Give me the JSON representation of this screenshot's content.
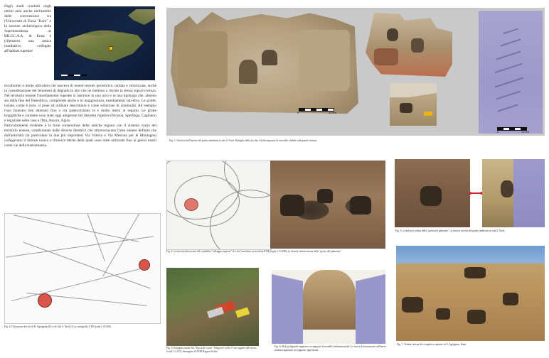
{
  "intro": {
    "text": "Dagli studi condotti negli ultimi anni anche nell'ambito delle convenzione tra l'Università di Enna \"Kore\" e la sezione archeologica della Soprintendenza ai BB.CC.A.A. di Enna è (ri)emerso una antica insediativo collegato all'habitat rupestre"
  },
  "body": {
    "paragraph1": "siculissimo e molto articolato che nasceva di essere tessuto preistorico, tardata e valorizzata, anche in considerazione dei fenomeni di degrado in atto che ne mettono a rischio la stessa sopravvivenza. Nel territorio ennese l'insediamento rupestre si inserisce in uno arco e in una tipologia che, almeno sin dalla fine del Paleolitico, comprende anche e in maggioranza, insediamenti sub-divo. Le grotte, isolate, come è noto, si pone ad ordinare descrittarie e come soluzione di continuità. Ad esempio l'uso funeraro ben attestato fino a chi paleocristiano le è molto meno in seguito. Le grotte troggatiche e contiene sono state oggi adoperate nel distretto rupestre (Nicosia, Sperlinga, Cagliano) e registrate nelle case a l'Itta, Assoro, Agira.",
    "paragraph2": "Particolarmente evidente è la forte connessione delle antiche regioni con il sistema viario del territorio ennese, condizionato dalle diverse direttrici che attraversavano l'area ennese definita che dall'antichità (in particolare la due più importanti Via Valeria e Via Messina per le Montagne) collegavano il litorale ionico e tirrenico deiste delle quali sono state utilizzate fino ai giorni nostri come vie della transumanza."
  },
  "captions": {
    "fig1": "Fig. 1: Ortofoto dell'interno del primo ambiente in sala 4. Nord. Dettaglio della nicchia e delle impronte di toscoollo visibile sulla parete sinistra.",
    "fig2": "Fig. 2: (a sinistra) ubicazione del cosiddetto \"villaggio rupestre\" di c.da Cozzolone su tavoletta IGM (foglio 1:25.000); (a destra) veduta interna della \"grotta del palmento\".",
    "fig3": "Fig. 3: (a sinistra) veduta della \"grotta del palmento\"; (a destra) nicchia del primo ambiente in sala 4. Nord.",
    "fig4": "Fig. 4: Ubicazione dei siti di R. Agnippina (E) e di Cala S. Nord (2) su cartografia CTR (scala 1:10.000).",
    "fig5": "Fig. 5: Pologono rurale Tra \"Rocca di Cozzo\" Polígono Crollo, F sito oggetto del lavoro (scala 1:2.237), Immagine di ATIB Ragusa Sicilia.",
    "fig6": "Fig. 6: Moli poligonale ampiezze sovrapposte al modello tridimensionale. Le tracce di lavorazione sull'intera struttura appaiono sovrapposte, appiancata.",
    "fig7": "Fig. 7: Veduta esterna del complesso rupestre di S. Agrippina, Enna."
  },
  "scales": {
    "fig1_left_label": "0",
    "fig1_right_label": "10 cm",
    "purple_left_label": "0",
    "purple_right_label": "10 cm"
  },
  "colors": {
    "accent_red": "#d9574a",
    "purple_overlay": "#9c98c8",
    "yellow_marker": "#f0c020"
  }
}
